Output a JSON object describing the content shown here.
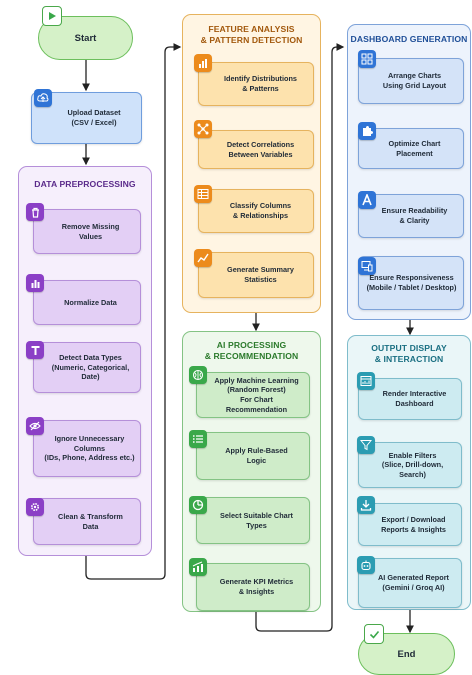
{
  "start_label": "Start",
  "end_label": "End",
  "upload": {
    "text": "Upload Dataset\n(CSV / Excel)",
    "icon": "cloud-upload-icon"
  },
  "preprocessing": {
    "title": "DATA PREPROCESSING",
    "steps": [
      {
        "text": "Remove Missing\nValues",
        "icon": "trash-icon"
      },
      {
        "text": "Normalize Data",
        "icon": "bar-chart-icon"
      },
      {
        "text": "Detect Data Types\n(Numeric, Categorical,\nDate)",
        "icon": "text-type-icon"
      },
      {
        "text": "Ignore Unnecessary\nColumns\n(IDs, Phone, Address etc.)",
        "icon": "eye-off-icon"
      },
      {
        "text": "Clean & Transform\nData",
        "icon": "gear-icon"
      }
    ]
  },
  "feature": {
    "title": "FEATURE ANALYSIS\n& PATTERN DETECTION",
    "steps": [
      {
        "text": "Identify Distributions\n& Patterns",
        "icon": "histogram-icon"
      },
      {
        "text": "Detect Correlations\nBetween Variables",
        "icon": "network-icon"
      },
      {
        "text": "Classify Columns\n& Relationships",
        "icon": "table-icon"
      },
      {
        "text": "Generate Summary\nStatistics",
        "icon": "trend-line-icon"
      }
    ]
  },
  "ai": {
    "title": "AI PROCESSING\n& RECOMMENDATION",
    "steps": [
      {
        "text": "Apply Machine Learning\n(Random Forest)\nFor Chart Recommendation",
        "icon": "brain-icon"
      },
      {
        "text": "Apply Rule-Based\nLogic",
        "icon": "list-icon"
      },
      {
        "text": "Select Suitable Chart\nTypes",
        "icon": "pie-chart-icon"
      },
      {
        "text": "Generate KPI Metrics\n& Insights",
        "icon": "growth-chart-icon"
      }
    ]
  },
  "dashboard": {
    "title": "DASHBOARD GENERATION",
    "steps": [
      {
        "text": "Arrange Charts\nUsing Grid Layout",
        "icon": "grid-icon"
      },
      {
        "text": "Optimize Chart\nPlacement",
        "icon": "puzzle-icon"
      },
      {
        "text": "Ensure Readability\n& Clarity",
        "icon": "font-a-icon"
      },
      {
        "text": "Ensure Responsiveness\n(Mobile / Tablet / Desktop)",
        "icon": "devices-icon"
      }
    ]
  },
  "output": {
    "title": "OUTPUT DISPLAY\n& INTERACTION",
    "steps": [
      {
        "text": "Render Interactive\nDashboard",
        "icon": "dashboard-icon"
      },
      {
        "text": "Enable Filters\n(Slice, Drill-down, Search)",
        "icon": "filter-icon"
      },
      {
        "text": "Export / Download\nReports & Insights",
        "icon": "download-icon"
      },
      {
        "text": "AI Generated Report\n(Gemini / Groq AI)",
        "icon": "robot-icon"
      }
    ]
  }
}
